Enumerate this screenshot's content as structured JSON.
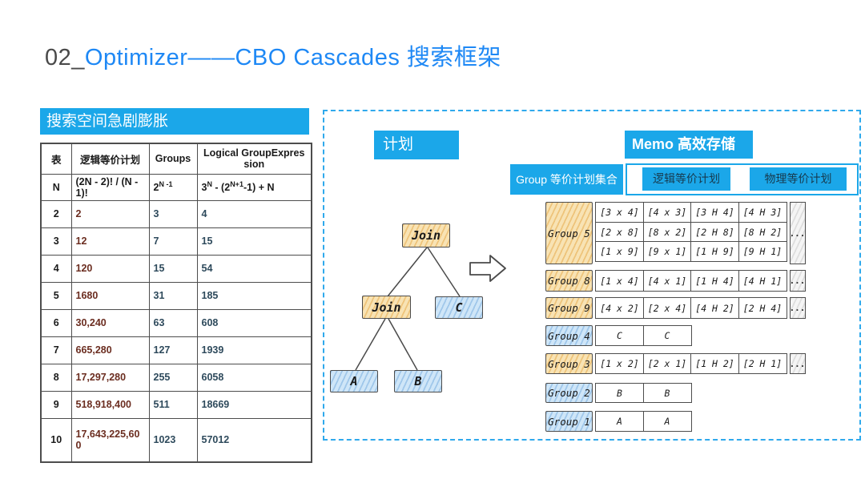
{
  "title": {
    "number": "02_",
    "text": "Optimizer——CBO  Cascades 搜索框架"
  },
  "left_panel": {
    "header": "搜索空间急剧膨胀",
    "table": {
      "columns": [
        "表",
        "逻辑等价计划",
        "Groups",
        "Logical GroupExpression"
      ],
      "formula_row": {
        "tables": "N",
        "plans": "(2N - 2)! / (N - 1)!",
        "groups": [
          {
            "t": "2"
          },
          {
            "sup": "N -1"
          }
        ],
        "expr": [
          {
            "t": "3"
          },
          {
            "sup": "N"
          },
          {
            "t": " - (2"
          },
          {
            "sup": "N+1"
          },
          {
            "t": "-1) + N"
          }
        ]
      },
      "rows": [
        {
          "tables": "2",
          "plans": "2",
          "groups": "3",
          "expr": "4"
        },
        {
          "tables": "3",
          "plans": "12",
          "groups": "7",
          "expr": "15"
        },
        {
          "tables": "4",
          "plans": "120",
          "groups": "15",
          "expr": "54"
        },
        {
          "tables": "5",
          "plans": "1680",
          "groups": "31",
          "expr": "185"
        },
        {
          "tables": "6",
          "plans": "30,240",
          "groups": "63",
          "expr": "608"
        },
        {
          "tables": "7",
          "plans": "665,280",
          "groups": "127",
          "expr": "1939"
        },
        {
          "tables": "8",
          "plans": "17,297,280",
          "groups": "255",
          "expr": "6058"
        },
        {
          "tables": "9",
          "plans": "518,918,400",
          "groups": "511",
          "expr": "18669"
        },
        {
          "tables": "10",
          "plans": "17,643,225,600",
          "groups": "1023",
          "expr": "57012"
        }
      ]
    }
  },
  "diagram": {
    "plan_label": "计划",
    "memo_label": "Memo 高效存储",
    "legend": {
      "group_set": "Group 等价计划集合",
      "logical": "逻辑等价计划",
      "physical": "物理等价计划"
    },
    "tree": {
      "root": "Join",
      "left_join": "Join",
      "right_leaf": "C",
      "leaf_a": "A",
      "leaf_b": "B"
    },
    "memo": {
      "ellipsis": "...",
      "groups": [
        {
          "name": "Group 5",
          "kind": "join",
          "ellipsis": true,
          "rows": [
            {
              "logical": [
                "[3 x 4]",
                "[4 x 3]"
              ],
              "physical": [
                "[3 H 4]",
                "[4 H 3]"
              ]
            },
            {
              "logical": [
                "[2 x 8]",
                "[8 x 2]"
              ],
              "physical": [
                "[2 H 8]",
                "[8 H 2]"
              ]
            },
            {
              "logical": [
                "[1 x 9]",
                "[9 x 1]"
              ],
              "physical": [
                "[1 H 9]",
                "[9 H 1]"
              ]
            }
          ]
        },
        {
          "name": "Group 8",
          "kind": "join",
          "ellipsis": true,
          "rows": [
            {
              "logical": [
                "[1 x 4]",
                "[4 x 1]"
              ],
              "physical": [
                "[1 H 4]",
                "[4 H 1]"
              ]
            }
          ]
        },
        {
          "name": "Group 9",
          "kind": "join",
          "ellipsis": true,
          "rows": [
            {
              "logical": [
                "[4 x 2]",
                "[2 x 4]"
              ],
              "physical": [
                "[4 H 2]",
                "[2 H 4]"
              ]
            }
          ]
        },
        {
          "name": "Group 4",
          "kind": "leaf",
          "ellipsis": false,
          "rows": [
            {
              "logical": [
                "C"
              ],
              "physical": [
                "C"
              ]
            }
          ]
        },
        {
          "name": "Group 3",
          "kind": "join",
          "ellipsis": true,
          "rows": [
            {
              "logical": [
                "[1 x 2]",
                "[2 x 1]"
              ],
              "physical": [
                "[1 H 2]",
                "[2 H 1]"
              ]
            }
          ]
        },
        {
          "name": "Group 2",
          "kind": "leaf",
          "ellipsis": false,
          "rows": [
            {
              "logical": [
                "B"
              ],
              "physical": [
                "B"
              ]
            }
          ]
        },
        {
          "name": "Group 1",
          "kind": "leaf",
          "ellipsis": false,
          "rows": [
            {
              "logical": [
                "A"
              ],
              "physical": [
                "A"
              ]
            }
          ]
        }
      ]
    }
  },
  "colors": {
    "accent_blue": "#1ba7e9",
    "title_blue": "#1e88f5",
    "dashed_border": "#2fa9ec",
    "plans_maroon": "#6b2d20",
    "values_navy": "#2e4a5c",
    "join_group_fill": "#f8e3b4",
    "leaf_group_fill": "#cfe6f8",
    "physical_fill": "#ececec"
  }
}
